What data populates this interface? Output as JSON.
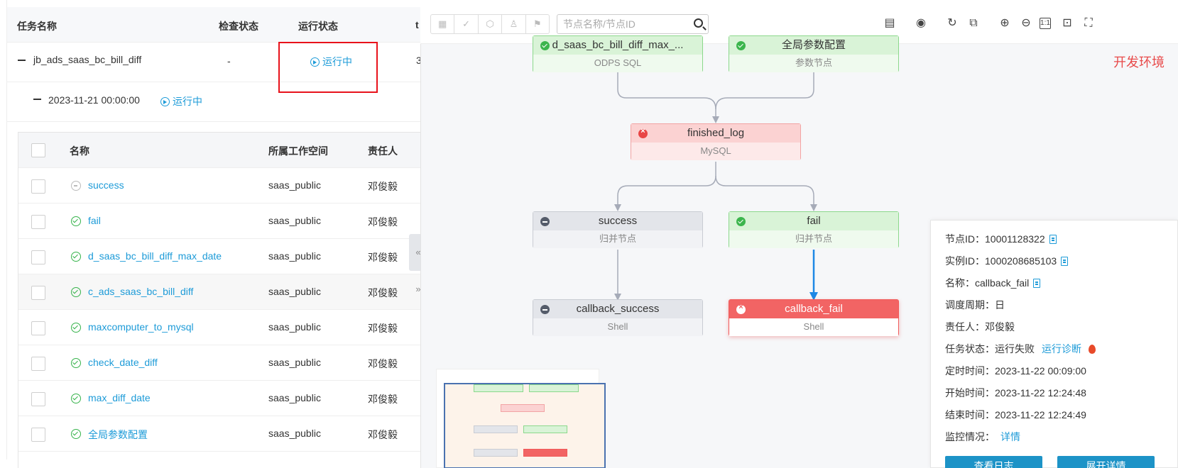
{
  "task_table": {
    "headers": {
      "name": "任务名称",
      "check": "检查状态",
      "run": "运行状态",
      "more": "t"
    },
    "task": {
      "name": "jb_ads_saas_bc_bill_diff",
      "check": "-",
      "run": "运行中",
      "truncated": "3"
    },
    "instance": {
      "time": "2023-11-21 00:00:00",
      "run": "运行中"
    }
  },
  "node_table": {
    "headers": {
      "name": "名称",
      "workspace": "所属工作空间",
      "owner": "责任人"
    },
    "rows": [
      {
        "name": "success",
        "workspace": "saas_public",
        "owner": "邓俊毅",
        "status": "skipped"
      },
      {
        "name": "fail",
        "workspace": "saas_public",
        "owner": "邓俊毅",
        "status": "success"
      },
      {
        "name": "d_saas_bc_bill_diff_max_date",
        "workspace": "saas_public",
        "owner": "邓俊毅",
        "status": "success"
      },
      {
        "name": "c_ads_saas_bc_bill_diff",
        "workspace": "saas_public",
        "owner": "邓俊毅",
        "status": "success"
      },
      {
        "name": "maxcomputer_to_mysql",
        "workspace": "saas_public",
        "owner": "邓俊毅",
        "status": "success"
      },
      {
        "name": "check_date_diff",
        "workspace": "saas_public",
        "owner": "邓俊毅",
        "status": "success"
      },
      {
        "name": "max_diff_date",
        "workspace": "saas_public",
        "owner": "邓俊毅",
        "status": "success"
      },
      {
        "name": "全局参数配置",
        "workspace": "saas_public",
        "owner": "邓俊毅",
        "status": "success"
      }
    ]
  },
  "handle": {
    "label": "« »"
  },
  "toolbar": {
    "search_placeholder": "节点名称/节点ID",
    "tool_icons": [
      "grid-icon",
      "check-icon",
      "cube-icon",
      "user-icon",
      "flag-icon"
    ],
    "right_icons": [
      "map-icon",
      "eye-icon",
      "refresh-icon",
      "layers-icon",
      "zoom-in-icon",
      "zoom-out-icon",
      "actual-size-icon",
      "fit-icon",
      "fullscreen-icon"
    ],
    "actual_size_label": "1:1"
  },
  "env_label": "开发环境",
  "dag": {
    "nodes": [
      {
        "id": "n1",
        "title": "d_saas_bc_bill_diff_max_...",
        "type": "ODPS SQL",
        "style": "green"
      },
      {
        "id": "n2",
        "title": "全局参数配置",
        "type": "参数节点",
        "style": "green"
      },
      {
        "id": "n3",
        "title": "finished_log",
        "type": "MySQL",
        "style": "pink"
      },
      {
        "id": "n4",
        "title": "success",
        "type": "归并节点",
        "style": "grey"
      },
      {
        "id": "n5",
        "title": "fail",
        "type": "归并节点",
        "style": "green"
      },
      {
        "id": "n6",
        "title": "callback_success",
        "type": "Shell",
        "style": "grey"
      },
      {
        "id": "n7",
        "title": "callback_fail",
        "type": "Shell",
        "style": "red"
      }
    ]
  },
  "info_panel": {
    "node_id": {
      "label": "节点ID：",
      "value": "10001128322"
    },
    "instance_id": {
      "label": "实例ID：",
      "value": "1000208685103"
    },
    "name": {
      "label": "名称：",
      "value": "callback_fail"
    },
    "cycle": {
      "label": "调度周期：",
      "value": "日"
    },
    "owner": {
      "label": "责任人：",
      "value": "邓俊毅"
    },
    "task_status": {
      "label": "任务状态：",
      "value": "运行失败",
      "diagnose": "运行诊断"
    },
    "scheduled": {
      "label": "定时时间：",
      "value": "2023-11-22 00:09:00"
    },
    "start": {
      "label": "开始时间：",
      "value": "2023-11-22 12:24:48"
    },
    "end": {
      "label": "结束时间：",
      "value": "2023-11-22 12:24:49"
    },
    "monitor": {
      "label": "监控情况：",
      "value": "详情"
    },
    "btn_log": "查看日志",
    "btn_detail": "展开详情"
  },
  "colors": {
    "accent": "#1d9bd8",
    "success": "#36b34b",
    "failed": "#f26464",
    "highlight": "#e8121b"
  }
}
